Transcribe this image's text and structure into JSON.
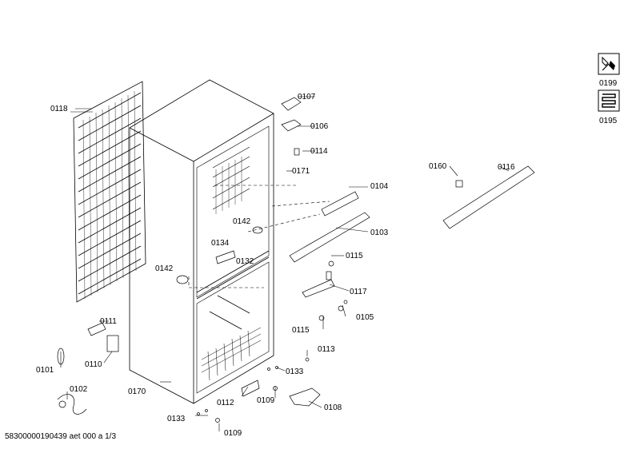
{
  "labels": {
    "l0118": "0118",
    "l0107": "0107",
    "l0106": "0106",
    "l0114": "0114",
    "l0171": "0171",
    "l0104": "0104",
    "l0103": "0103",
    "l0142a": "0142",
    "l0142b": "0142",
    "l0134": "0134",
    "l0132": "0132",
    "l0115a": "0115",
    "l0115b": "0115",
    "l0117": "0117",
    "l0105": "0105",
    "l0113": "0113",
    "l0133a": "0133",
    "l0133b": "0133",
    "l0109a": "0109",
    "l0109b": "0109",
    "l0108": "0108",
    "l0112": "0112",
    "l0170": "0170",
    "l0111": "0111",
    "l0110": "0110",
    "l0101": "0101",
    "l0102": "0102",
    "l0160": "0160",
    "l0116": "0116",
    "l0199": "0199",
    "l0195": "0195"
  },
  "footer": "58300000190439 aet 000 a 1/3",
  "icons": {
    "service": "wrench-service-icon",
    "coil": "heating-coil-icon"
  }
}
